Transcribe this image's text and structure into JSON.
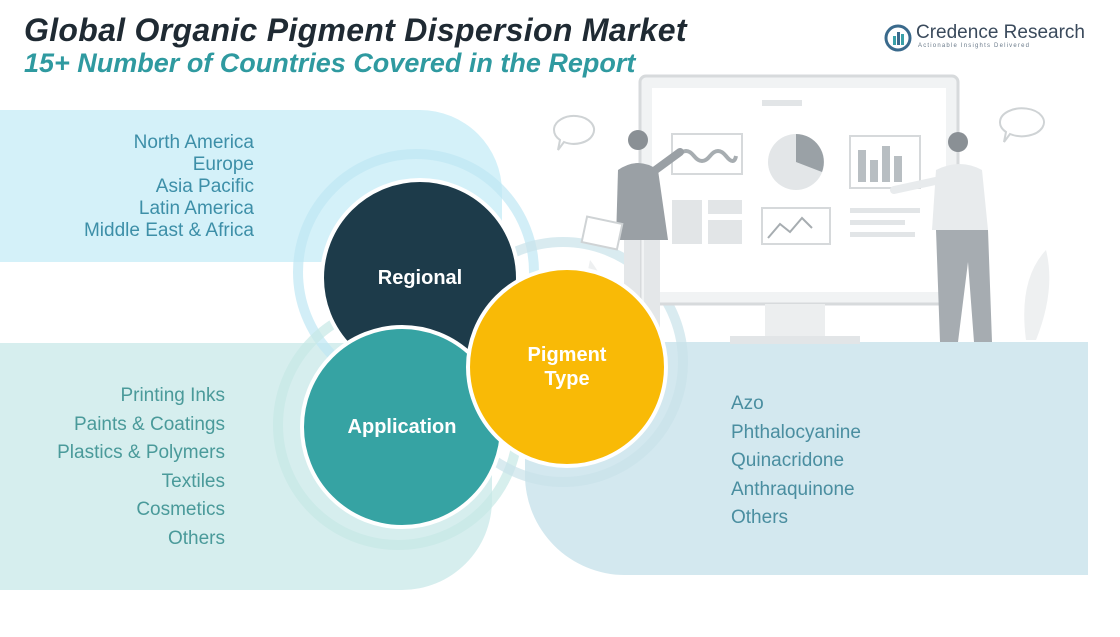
{
  "header": {
    "title": "Global Organic Pigment Dispersion Market",
    "subtitle": "15+ Number of Countries Covered in the Report"
  },
  "logo": {
    "name": "Credence Research",
    "tagline": "Actionable Insights Delivered",
    "icon": "credence-logo-icon"
  },
  "segments": {
    "regional": {
      "label": "Regional",
      "items": [
        "North America",
        "Europe",
        "Asia Pacific",
        "Latin America",
        "Middle East & Africa"
      ]
    },
    "application": {
      "label": "Application",
      "items": [
        "Printing Inks",
        "Paints & Coatings",
        "Plastics & Polymers",
        "Textiles",
        "Cosmetics",
        "Others"
      ]
    },
    "pigment_type": {
      "label_line1": "Pigment",
      "label_line2": "Type",
      "items": [
        "Azo",
        "Phthalocyanine",
        "Quinacridone",
        "Anthraquinone",
        "Others"
      ]
    }
  },
  "colors": {
    "regional": "#1d3b4a",
    "application": "#36a3a3",
    "pigment_type": "#f9ba06",
    "band_regional": "#d4f1f9",
    "band_application": "#d6eeee",
    "band_pigment": "#d3e8ef"
  },
  "illustration": "presentation-dashboard-illustration"
}
